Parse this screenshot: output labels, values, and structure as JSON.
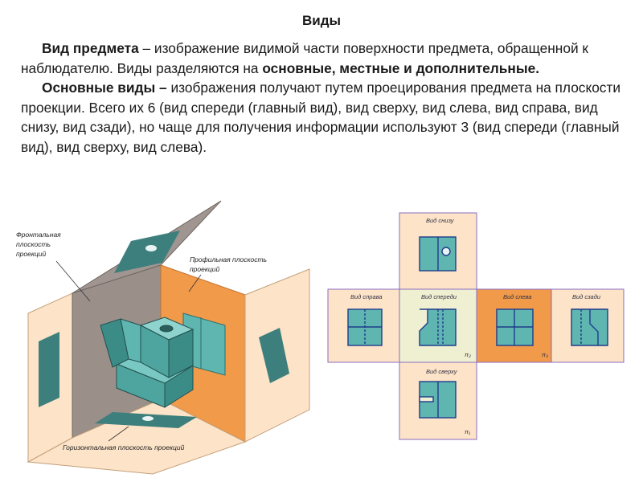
{
  "title": "Виды",
  "p1": {
    "term": "Вид предмета",
    "dash": " – ",
    "body1": "изображение видимой части поверхности предмета, обращенной к наблюдателю. Виды разделяются на ",
    "bold_list": "основные, местные и дополнительные.",
    "body2": ""
  },
  "p2": {
    "term": "Основные виды –",
    "body": " изображения получают путем проецирования предмета на плоскости проекции. Всего их 6 (вид спереди (главный вид), вид сверху, вид слева, вид справа, вид снизу, вид сзади), но чаще для получения информации используют 3 (вид спереди (главный вид), вид сверху, вид слева)."
  },
  "left_figure": {
    "frontal_label": [
      "Фронтальная",
      "плоскость",
      "проекций"
    ],
    "profile_label": [
      "Профильная плоскость",
      "проекций"
    ],
    "horizontal_label": "Горизонтальная плоскость проекций"
  },
  "right_figure": {
    "views": {
      "bottom": "Вид снизу",
      "right": "Вид справа",
      "front": "Вид спереди",
      "left": "Вид слева",
      "back": "Вид сзади",
      "top": "Вид сверху"
    },
    "plane_marks": {
      "front": "π₂",
      "left": "π₃",
      "top": "π₁"
    }
  },
  "colors": {
    "plane_peach": "#fde3c8",
    "plane_olive": "#efefd2",
    "plane_orange": "#f19a4a",
    "part_teal": "#5fb6b1",
    "outline_purple": "#8a6cc0"
  }
}
